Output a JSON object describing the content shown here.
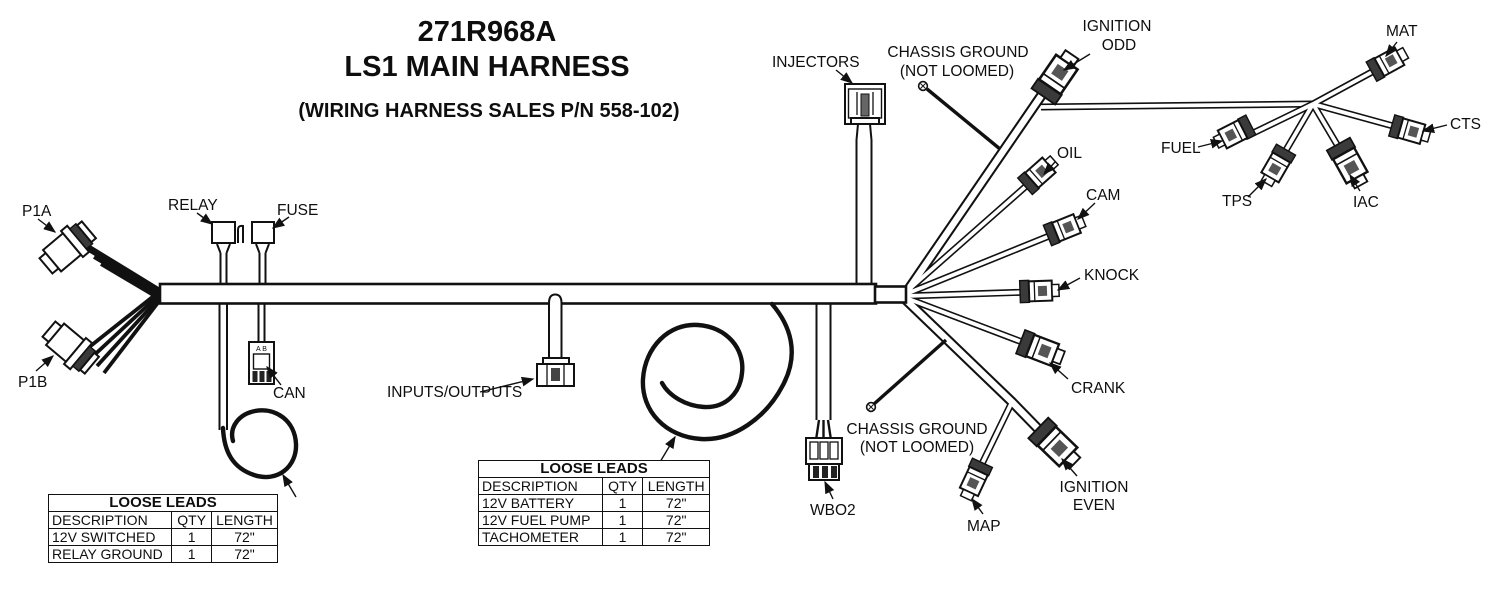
{
  "title": {
    "part_number": "271R968A",
    "name": "LS1 MAIN HARNESS",
    "subtitle": "(WIRING HARNESS SALES P/N 558-102)"
  },
  "labels": {
    "p1a": "P1A",
    "relay": "RELAY",
    "fuse": "FUSE",
    "p1b": "P1B",
    "can": "CAN",
    "can_pins": "A B",
    "inputs_outputs": "INPUTS/OUTPUTS",
    "injectors": "INJECTORS",
    "chassis_ground_line1": "CHASSIS GROUND",
    "chassis_ground_line2": "(NOT LOOMED)",
    "ignition_odd_line1": "IGNITION",
    "ignition_odd_line2": "ODD",
    "ignition_even_line1": "IGNITION",
    "ignition_even_line2": "EVEN",
    "oil": "OIL",
    "cam": "CAM",
    "knock": "KNOCK",
    "crank": "CRANK",
    "map": "MAP",
    "wbo2": "WBO2",
    "fuel": "FUEL",
    "tps": "TPS",
    "iac": "IAC",
    "mat": "MAT",
    "cts": "CTS"
  },
  "tables": {
    "left": {
      "title": "LOOSE LEADS",
      "headers": [
        "DESCRIPTION",
        "QTY",
        "LENGTH"
      ],
      "rows": [
        [
          "12V SWITCHED",
          "1",
          "72\""
        ],
        [
          "RELAY GROUND",
          "1",
          "72\""
        ]
      ]
    },
    "middle": {
      "title": "LOOSE LEADS",
      "headers": [
        "DESCRIPTION",
        "QTY",
        "LENGTH"
      ],
      "rows": [
        [
          "12V BATTERY",
          "1",
          "72\""
        ],
        [
          "12V FUEL PUMP",
          "1",
          "72\""
        ],
        [
          "TACHOMETER",
          "1",
          "72\""
        ]
      ]
    }
  },
  "colors": {
    "line": "#111111",
    "background": "#ffffff"
  }
}
